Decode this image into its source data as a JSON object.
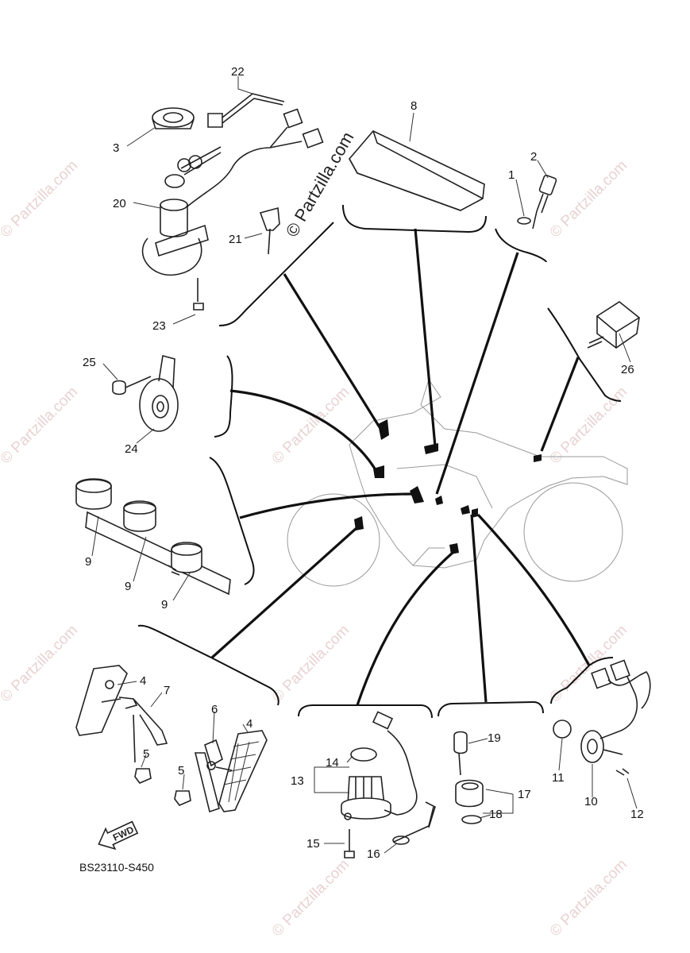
{
  "diagram": {
    "code": "BS23110-S450",
    "watermark": "© Partzilla.com",
    "fwd_label": "FWD",
    "callouts": {
      "n1": "1",
      "n2": "2",
      "n3": "3",
      "n4a": "4",
      "n4b": "4",
      "n5a": "5",
      "n5b": "5",
      "n6": "6",
      "n7": "7",
      "n8": "8",
      "n9a": "9",
      "n9b": "9",
      "n9c": "9",
      "n10": "10",
      "n11": "11",
      "n12": "12",
      "n13": "13",
      "n14": "14",
      "n15": "15",
      "n16": "16",
      "n17": "17",
      "n18": "18",
      "n19": "19",
      "n20": "20",
      "n21": "21",
      "n22": "22",
      "n23": "23",
      "n24": "24",
      "n25": "25",
      "n26": "26"
    }
  }
}
